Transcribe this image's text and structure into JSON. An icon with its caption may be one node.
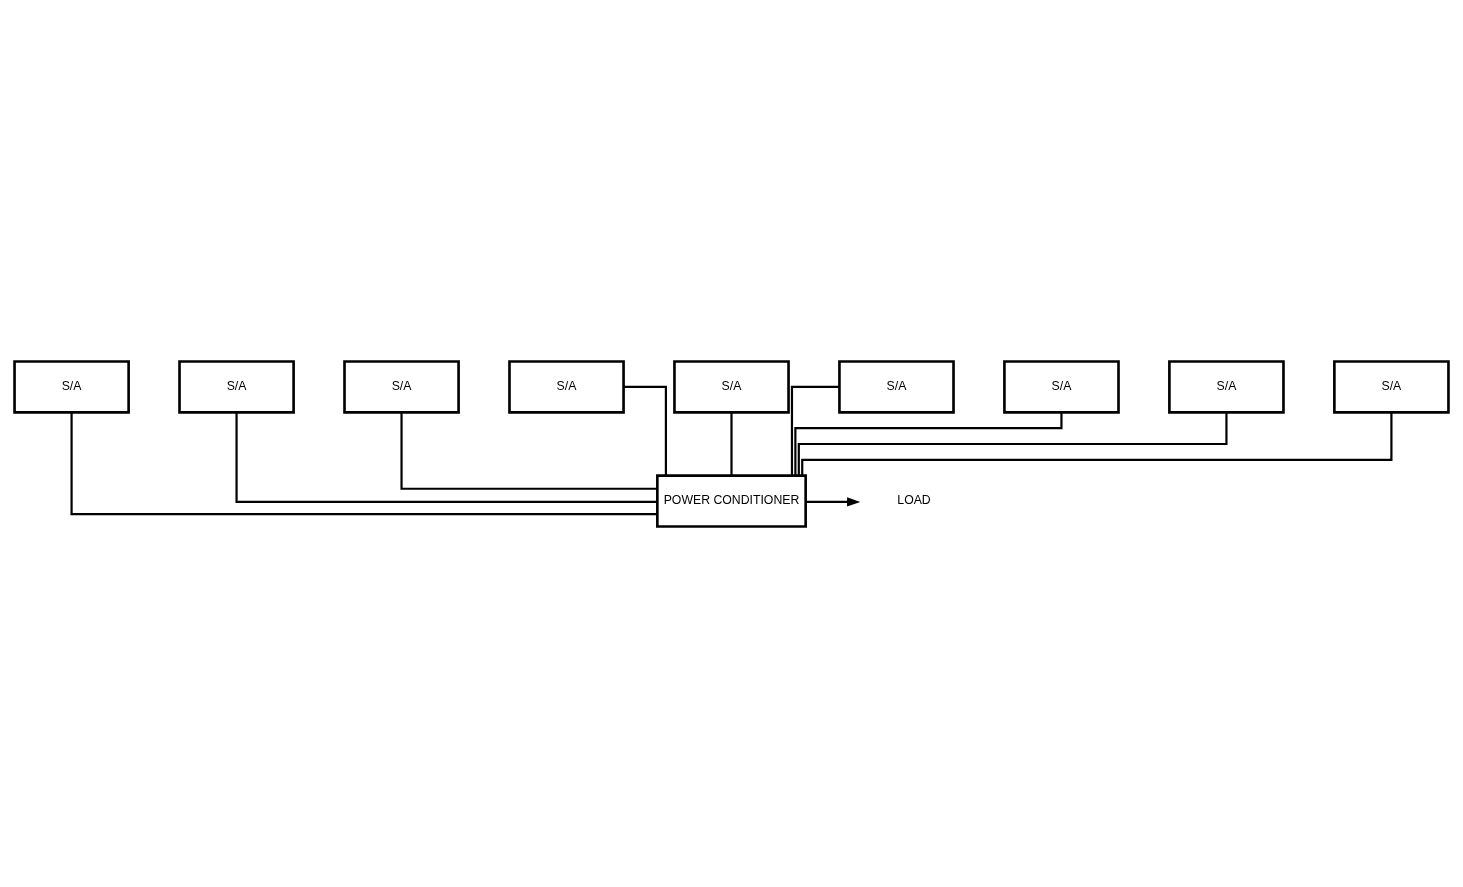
{
  "diagram": {
    "nodes": [
      {
        "text": [
          "S/A"
        ]
      },
      {
        "text": [
          "S/A"
        ]
      },
      {
        "text": [
          "S/A"
        ]
      },
      {
        "text": [
          "S/A"
        ]
      },
      {
        "text": [
          "S/A"
        ]
      },
      {
        "text": [
          "S/A"
        ]
      },
      {
        "text": [
          "S/A"
        ]
      },
      {
        "text": [
          "S/A"
        ]
      },
      {
        "text": [
          "S/A"
        ]
      },
      {
        "text": [
          "POWER CONDITIONER"
        ]
      },
      {
        "text": [
          "LOAD"
        ]
      }
    ],
    "edges": [
      {
        "from": 0,
        "to": 9,
        "arrow": "none"
      },
      {
        "from": 3,
        "to": 9,
        "arrow": "none"
      },
      {
        "from": 6,
        "to": 9,
        "arrow": "none"
      },
      {
        "from": 1,
        "to": 9,
        "arrow": "none"
      },
      {
        "from": 4,
        "to": 9,
        "arrow": "none"
      },
      {
        "from": 7,
        "to": 9,
        "arrow": "none"
      },
      {
        "from": 2,
        "to": 9,
        "arrow": "none"
      },
      {
        "from": 5,
        "to": 9,
        "arrow": "none"
      },
      {
        "from": 8,
        "to": 9,
        "arrow": "none"
      },
      {
        "from": 9,
        "to": 10,
        "arrow": "to"
      }
    ]
  }
}
